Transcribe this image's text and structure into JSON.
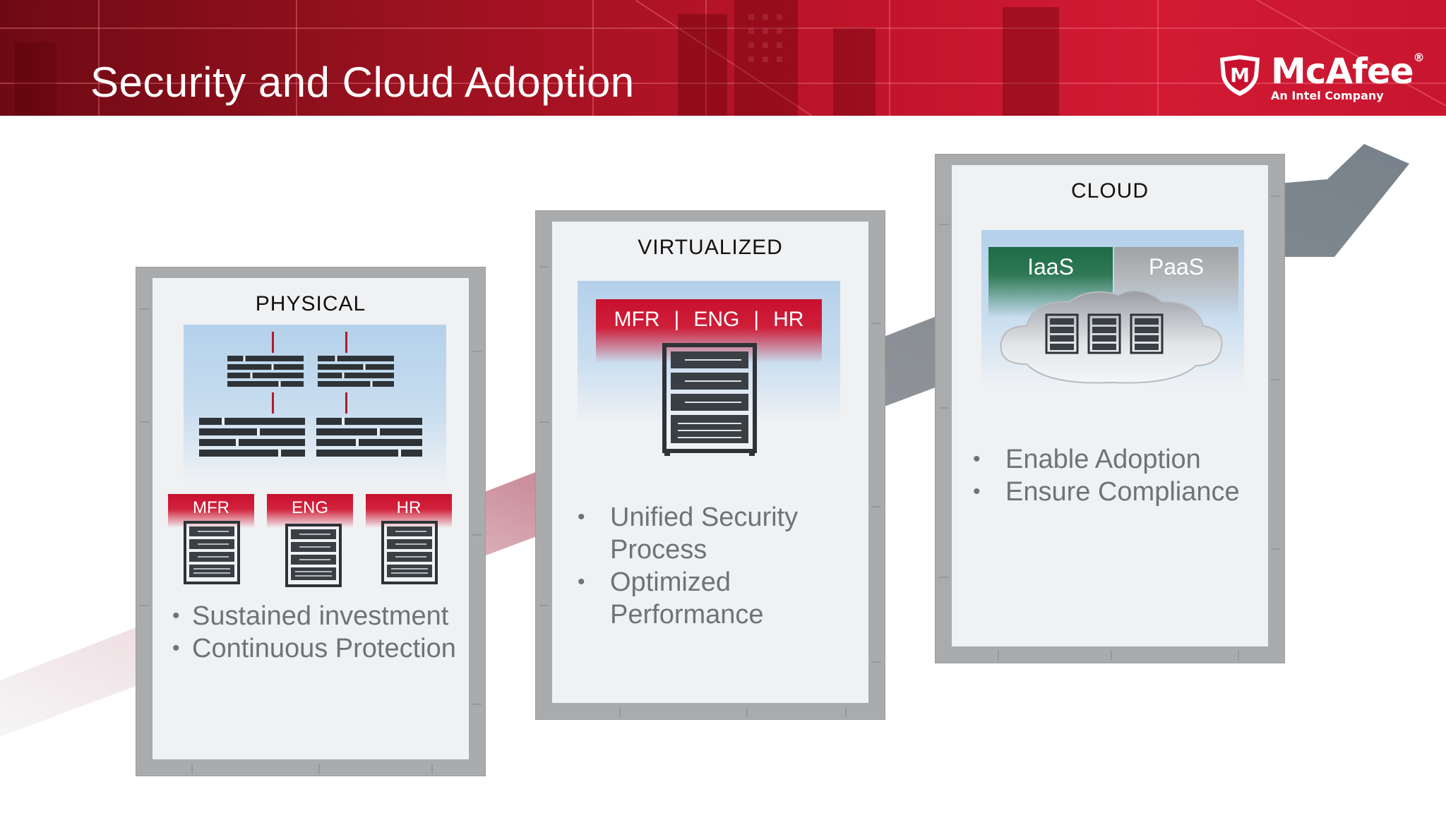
{
  "header": {
    "title": "Security and Cloud Adoption",
    "logo": {
      "name": "McAfee",
      "registered": "®",
      "tagline": "An Intel Company",
      "shield_letter": "M"
    }
  },
  "colors": {
    "brand_red": "#c8102e",
    "iaas_green": "#1e6a44",
    "paas_gray": "#9fa2a5",
    "bullet_gray": "#707274"
  },
  "stages": {
    "physical": {
      "title": "PHYSICAL",
      "departments": [
        "MFR",
        "ENG",
        "HR"
      ],
      "icons": [
        "firewall-icon",
        "server-rack-icon"
      ],
      "bullets": [
        "Sustained investment",
        "Continuous Protection"
      ]
    },
    "virtualized": {
      "title": "VIRTUALIZED",
      "departments": [
        "MFR",
        "|",
        "ENG",
        "|",
        "HR"
      ],
      "icons": [
        "server-rack-icon"
      ],
      "bullets": [
        "Unified Security Process",
        "Optimized Performance"
      ]
    },
    "cloud": {
      "title": "CLOUD",
      "services": [
        "IaaS",
        "PaaS"
      ],
      "icons": [
        "cloud-icon",
        "server-rack-icon"
      ],
      "bullets": [
        "Enable Adoption",
        "Ensure Compliance"
      ]
    }
  }
}
